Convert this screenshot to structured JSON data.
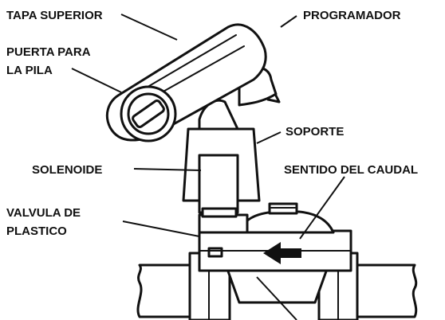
{
  "labels": {
    "tapa_superior": "TAPA SUPERIOR",
    "programador": "PROGRAMADOR",
    "puerta_line1": "PUERTA PARA",
    "puerta_line2": "LA PILA",
    "soporte": "SOPORTE",
    "solenoide": "SOLENOIDE",
    "sentido_caudal": "SENTIDO DEL CAUDAL",
    "valvula_line1": "VALVULA DE",
    "valvula_line2": "PLASTICO"
  },
  "colors": {
    "ink": "#111111",
    "background": "#ffffff"
  }
}
